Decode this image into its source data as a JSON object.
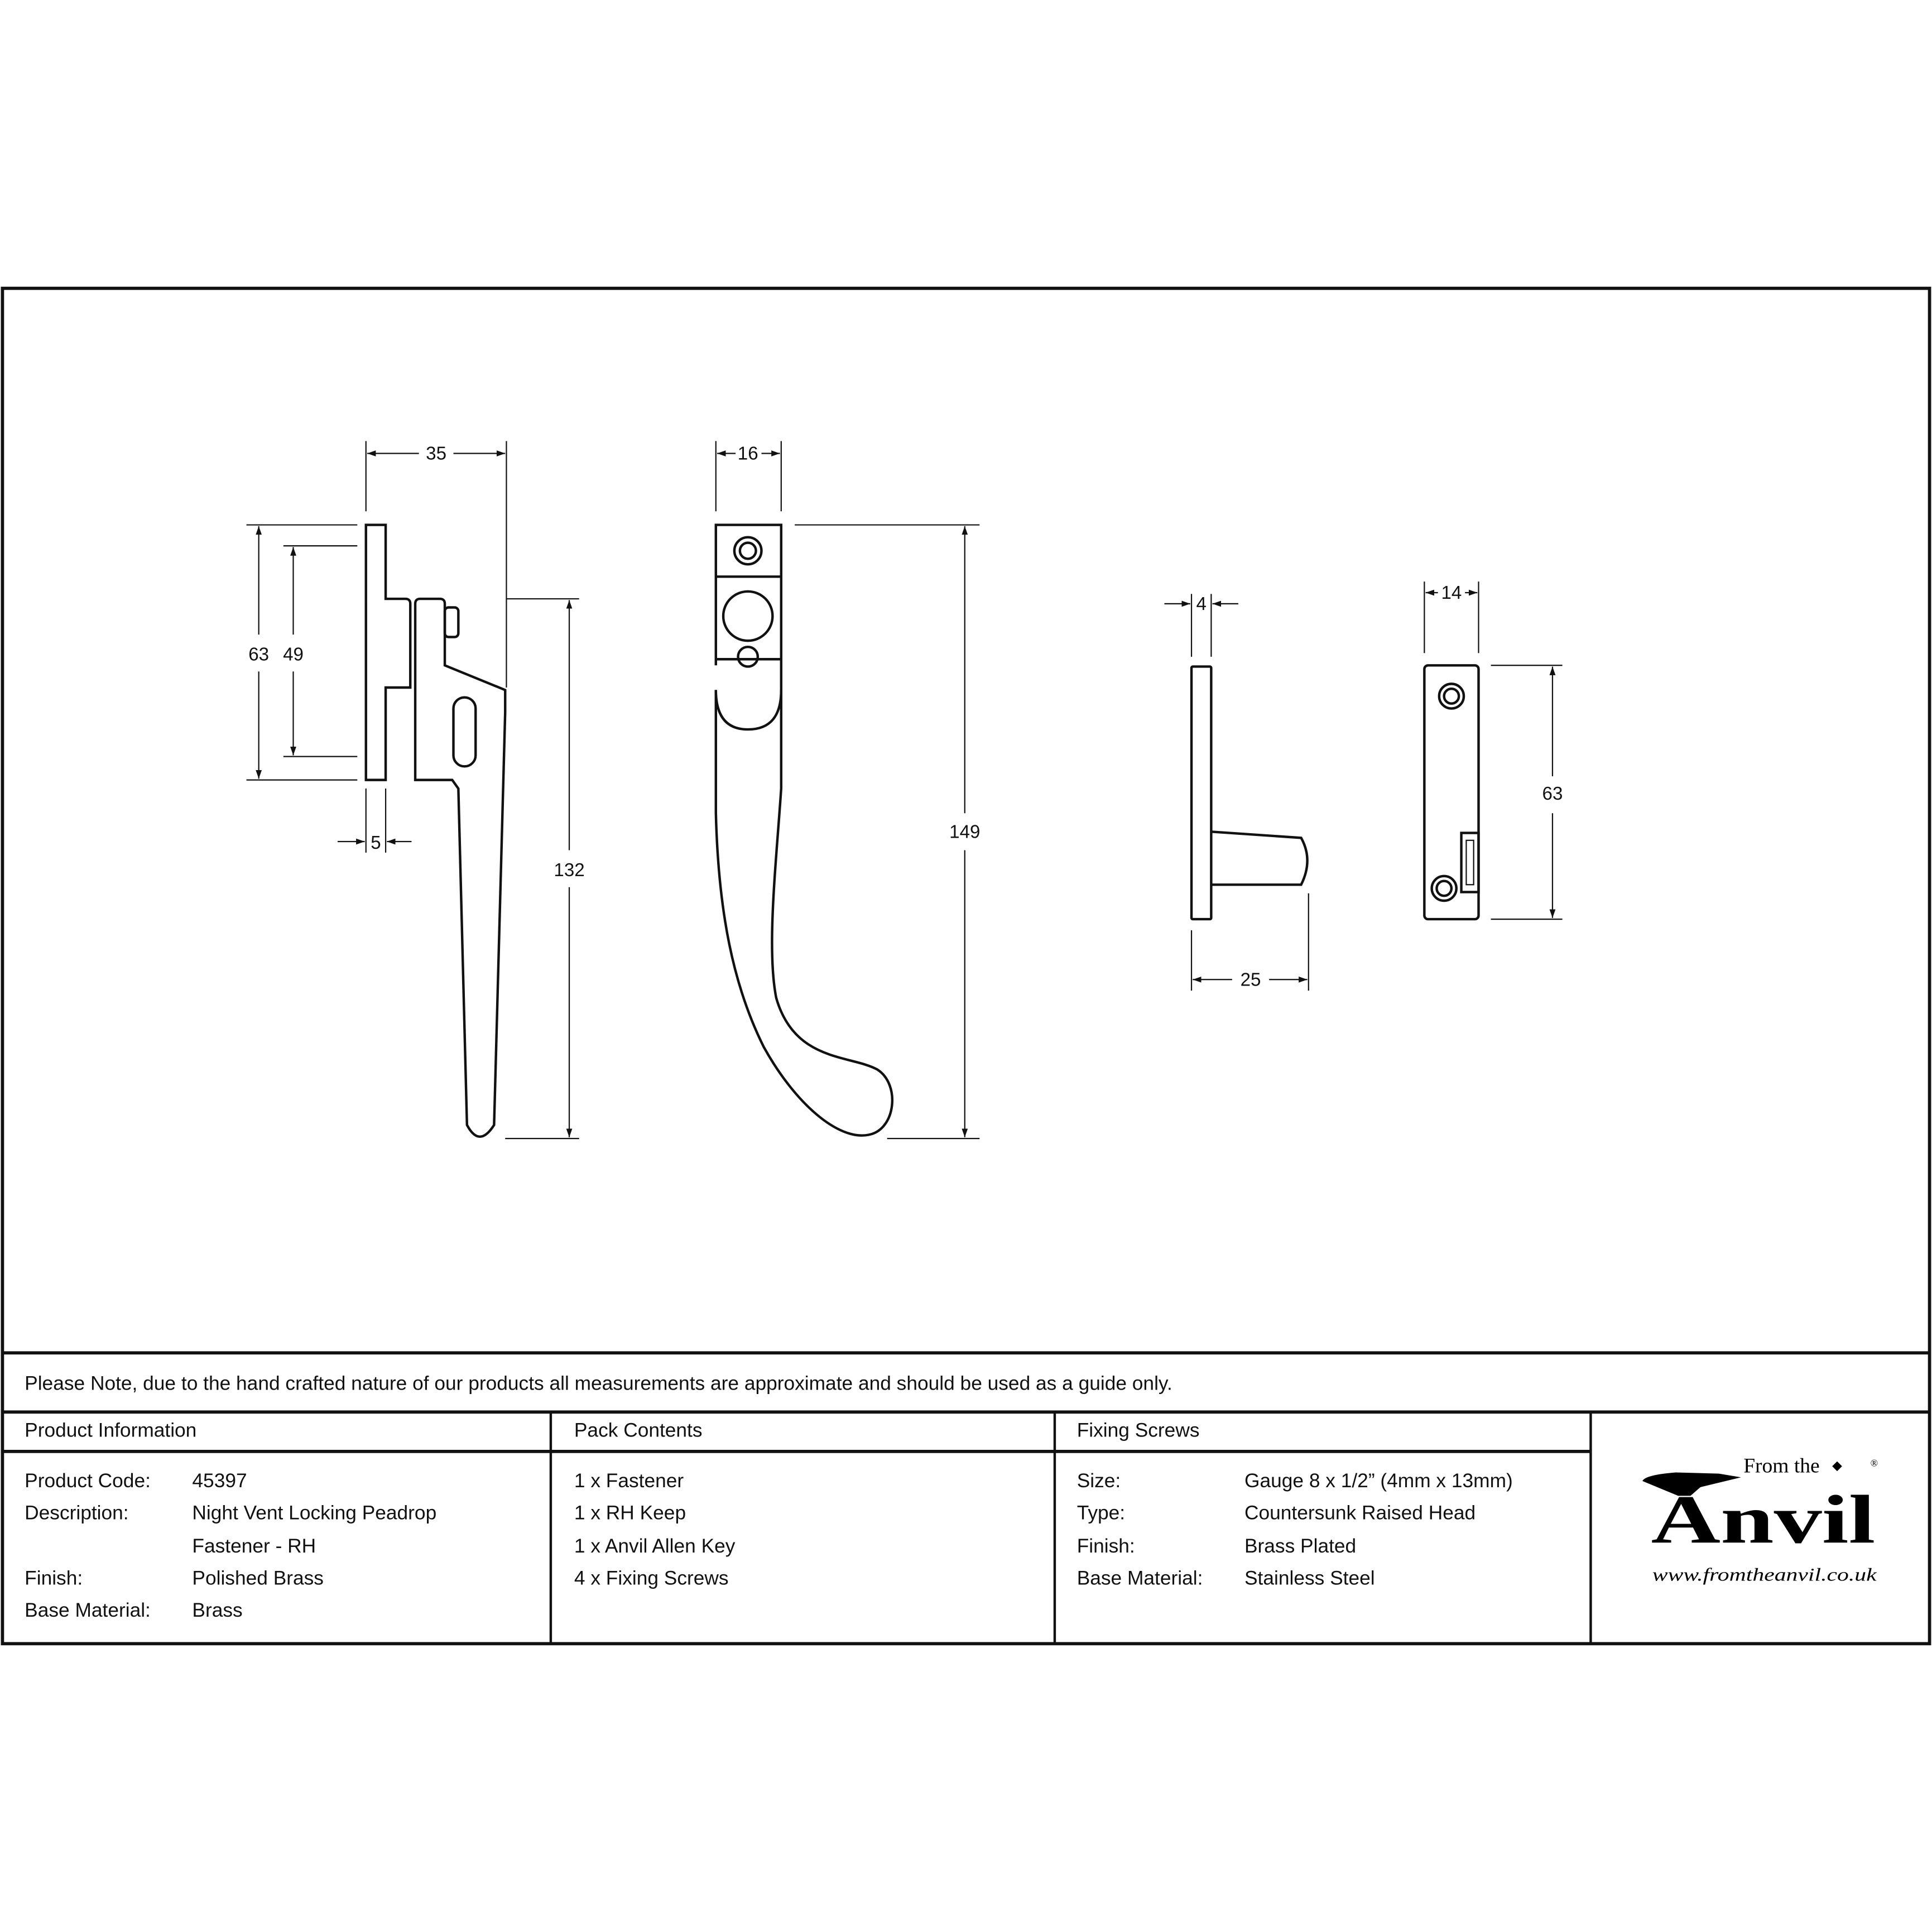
{
  "dimensions": {
    "fastener_side_width": "35",
    "plate_height": "63",
    "plate_hole_spacing": "49",
    "plate_thickness": "5",
    "handle_drop": "132",
    "front_width": "16",
    "overall_length": "149",
    "keep_plate_thickness": "4",
    "keep_projection": "25",
    "keep_width": "14",
    "keep_height": "63"
  },
  "note": "Please Note, due to the hand crafted nature of our products all measurements are approximate and should be used as a guide only.",
  "product_information": {
    "header": "Product Information",
    "rows": [
      {
        "label": "Product Code:",
        "value": "45397"
      },
      {
        "label": "Description:",
        "value": "Night Vent Locking Peadrop"
      },
      {
        "label": "",
        "value": "Fastener - RH"
      },
      {
        "label": "Finish:",
        "value": "Polished Brass"
      },
      {
        "label": "Base Material:",
        "value": "Brass"
      }
    ]
  },
  "pack_contents": {
    "header": "Pack Contents",
    "items": [
      "1 x Fastener",
      "1 x RH Keep",
      "1 x Anvil Allen Key",
      "4 x Fixing Screws"
    ]
  },
  "fixing_screws": {
    "header": "Fixing Screws",
    "rows": [
      {
        "label": "Size:",
        "value": "Gauge 8 x 1/2” (4mm x 13mm)"
      },
      {
        "label": "Type:",
        "value": "Countersunk Raised Head"
      },
      {
        "label": "Finish:",
        "value": "Brass Plated"
      },
      {
        "label": "Base Material:",
        "value": "Stainless Steel"
      }
    ]
  },
  "logo": {
    "from_the": "From the",
    "brand": "Anvil",
    "registered": "®",
    "url": "www.fromtheanvil.co.uk"
  }
}
